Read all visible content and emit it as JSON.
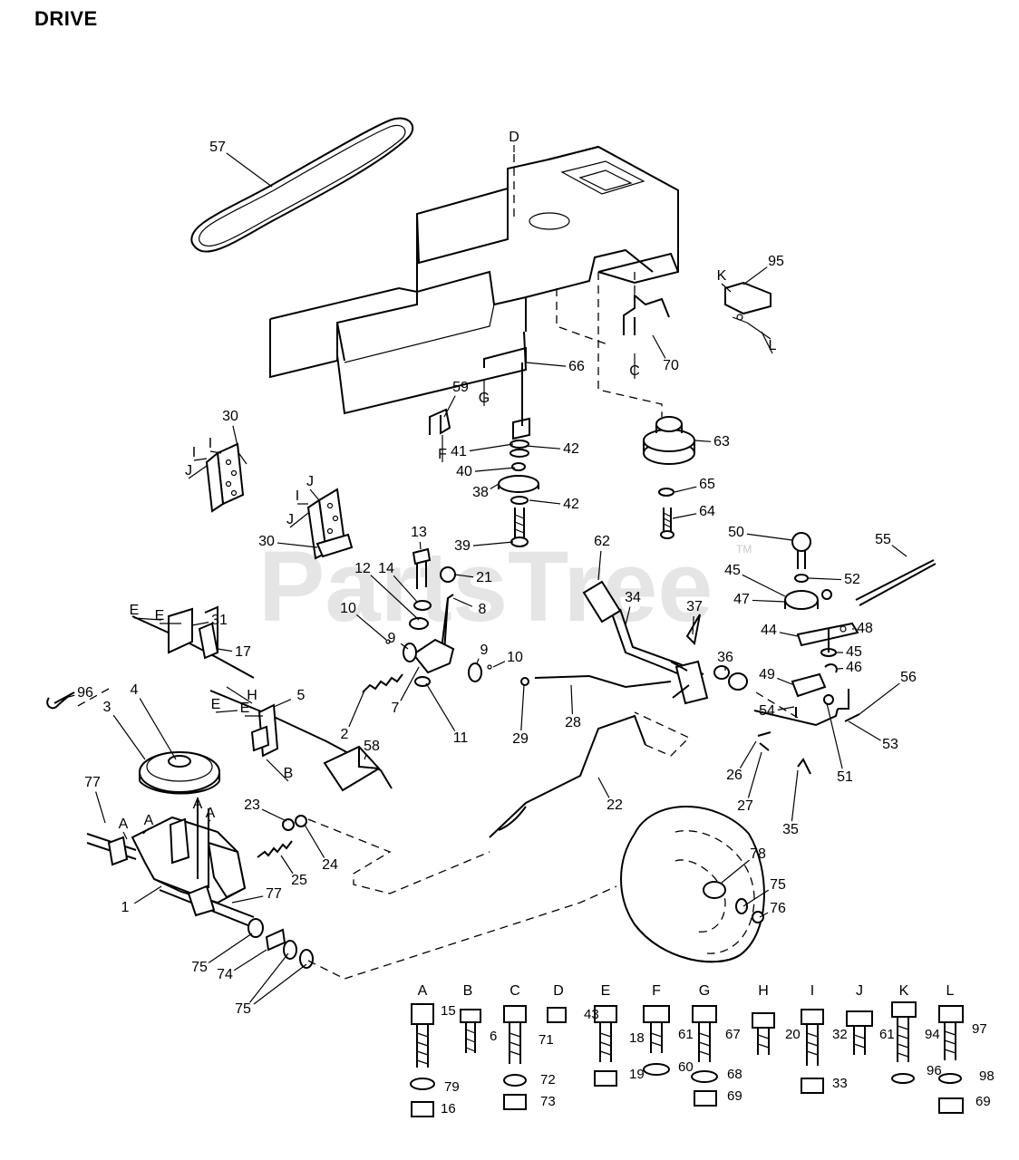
{
  "title": "DRIVE",
  "watermark": {
    "text": "PartsTree",
    "tm": "TM"
  },
  "part_labels": [
    "57",
    "95",
    "70",
    "66",
    "63",
    "59",
    "42",
    "41",
    "40",
    "38",
    "42",
    "39",
    "65",
    "64",
    "30",
    "30",
    "13",
    "21",
    "62",
    "50",
    "55",
    "52",
    "45",
    "47",
    "34",
    "37",
    "12",
    "14",
    "8",
    "10",
    "9",
    "44",
    "48",
    "45",
    "46",
    "31",
    "17",
    "36",
    "56",
    "49",
    "9",
    "10",
    "54",
    "53",
    "5",
    "2",
    "7",
    "11",
    "29",
    "28",
    "26",
    "27",
    "51",
    "35",
    "96",
    "4",
    "58",
    "3",
    "22",
    "77",
    "23",
    "24",
    "25",
    "78",
    "75",
    "76",
    "77",
    "1",
    "75",
    "74",
    "75"
  ],
  "connection_labels": [
    "D",
    "K",
    "L",
    "C",
    "G",
    "F",
    "I",
    "I",
    "J",
    "J",
    "I",
    "J",
    "E",
    "E",
    "H",
    "E",
    "E",
    "B",
    "A",
    "A",
    "A",
    "A"
  ],
  "hardware_legend": [
    {
      "key": "A",
      "parts": [
        "15",
        "79",
        "16"
      ]
    },
    {
      "key": "B",
      "parts": [
        "6"
      ]
    },
    {
      "key": "C",
      "parts": [
        "71",
        "72",
        "73"
      ]
    },
    {
      "key": "D",
      "parts": [
        "43"
      ]
    },
    {
      "key": "E",
      "parts": [
        "18",
        "19"
      ]
    },
    {
      "key": "F",
      "parts": [
        "61",
        "60"
      ]
    },
    {
      "key": "G",
      "parts": [
        "67",
        "68",
        "69"
      ]
    },
    {
      "key": "H",
      "parts": [
        "20"
      ]
    },
    {
      "key": "I",
      "parts": [
        "32",
        "33"
      ]
    },
    {
      "key": "J",
      "parts": [
        "61"
      ]
    },
    {
      "key": "K",
      "parts": [
        "94",
        "96"
      ]
    },
    {
      "key": "L",
      "parts": [
        "97",
        "98",
        "69"
      ]
    }
  ]
}
